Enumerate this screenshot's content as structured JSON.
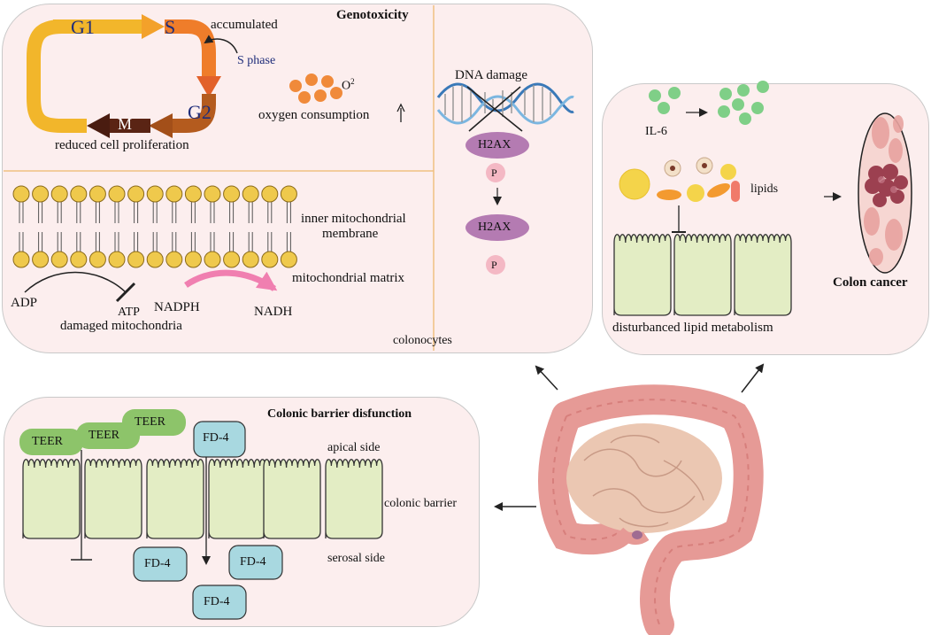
{
  "genotoxicity": {
    "title": "Genotoxicity",
    "cell_cycle": {
      "phases": [
        "G1",
        "S",
        "G2",
        "M"
      ],
      "accumulated": "accumulated",
      "s_phase": "S phase",
      "caption": "reduced cell proliferation"
    },
    "oxygen": {
      "symbol": "O",
      "superscript": "2",
      "label": "oxygen consumption"
    },
    "dna": {
      "label": "DNA damage",
      "h2ax_top": "H2AX",
      "p_top": "P",
      "h2ax_bottom": "H2AX",
      "p_bottom": "P"
    },
    "mitochondria": {
      "inner_membrane_line1": "inner mitochondrial",
      "inner_membrane_line2": "membrane",
      "matrix": "mitochondrial matrix",
      "adp": "ADP",
      "atp": "ATP",
      "nadph": "NADPH",
      "nadh": "NADH",
      "damaged": "damaged mitochondria"
    },
    "colonocytes": "colonocytes"
  },
  "lipid_panel": {
    "il6": "IL-6",
    "lipids": "lipids",
    "caption": "disturbanced lipid metabolism",
    "cancer": "Colon cancer"
  },
  "barrier_panel": {
    "title": "Colonic barrier disfunction",
    "teer": [
      "TEER",
      "TEER",
      "TEER"
    ],
    "fd4_top": "FD-4",
    "fd4_bottom": [
      "FD-4",
      "FD-4",
      "FD-4"
    ],
    "apical": "apical side",
    "barrier": "colonic barrier",
    "serosal": "serosal side"
  },
  "colors": {
    "panel_bg": "#fceeee",
    "cell_fill": "#e3edc4",
    "teer_green": "#8dc46a",
    "fd4_blue": "#a8d8e0",
    "h2ax_purple": "#b47bb2",
    "p_pink": "#f4b8c4",
    "il6_green": "#7fcf87",
    "lipid_yellow": "#f4d44a",
    "colon_pink": "#e8a5a0",
    "divider_orange": "#f0c080"
  }
}
